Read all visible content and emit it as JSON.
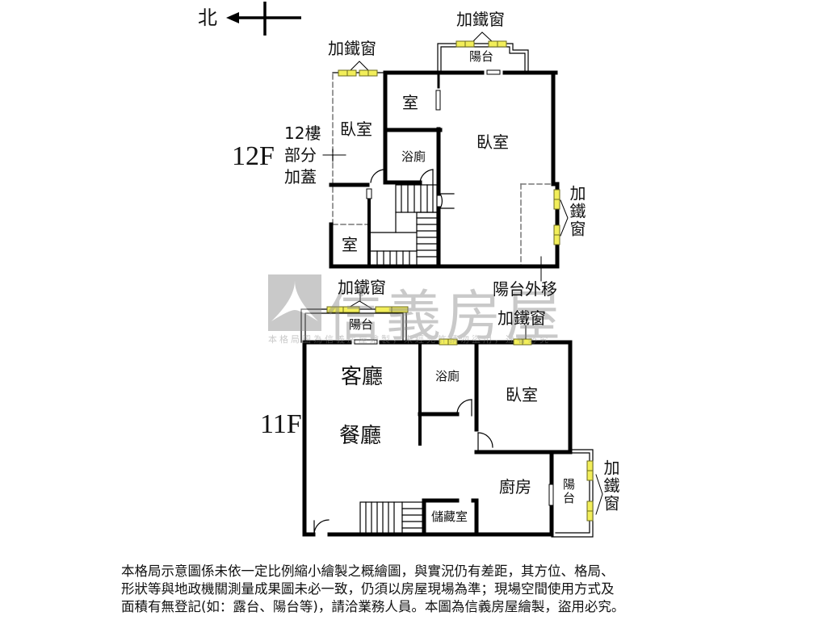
{
  "compass": {
    "label": "北",
    "icon": "north-arrow-icon"
  },
  "floors": {
    "f12": {
      "label": "12F",
      "annotation_lines": [
        "12樓",
        "部分",
        "加蓋"
      ],
      "rooms": {
        "bedroom_left": "臥室",
        "small_room_top": "室",
        "bathroom": "浴廁",
        "bedroom_main": "臥室",
        "small_room_bottom": "室",
        "balcony": "陽台"
      },
      "notes": {
        "iron_window_left": "加鐵窗",
        "iron_window_top": "加鐵窗",
        "iron_window_right": "加鐵窗",
        "balcony_moved_out": "陽台外移"
      }
    },
    "f11": {
      "label": "11F",
      "rooms": {
        "living_room": "客廳",
        "dining_room": "餐廳",
        "bathroom": "浴廁",
        "bedroom": "臥室",
        "kitchen": "廚房",
        "balcony_top": "陽台",
        "balcony_right": "陽台",
        "storage": "儲藏室"
      },
      "notes": {
        "iron_window_top_left": "加鐵窗",
        "iron_window_top_right": "加鐵窗",
        "iron_window_right": "加鐵窗"
      }
    }
  },
  "watermark": {
    "brand": "信義房屋",
    "subtitle": "本格局圖為信義房屋繪製，未經允許請勿盜用，違者必究"
  },
  "disclaimer": {
    "lines": [
      "本格局示意圖係未依一定比例縮小繪製之概繪圖，與實況仍有差距，其方位、格局、",
      "形狀等與地政機關測量成果圖未必一致，仍須以房屋現場為準；現場空間使用方式及",
      "面積有無登記(如：露台、陽台等)，請洽業務人員。本圖為信義房屋繪製，盜用必究。"
    ]
  },
  "colors": {
    "wall": "#000000",
    "window_fill": "#f2ee5a",
    "window_stroke": "#6b6a1e",
    "dashed_line": "#777777",
    "watermark": "#8a8a8a"
  }
}
